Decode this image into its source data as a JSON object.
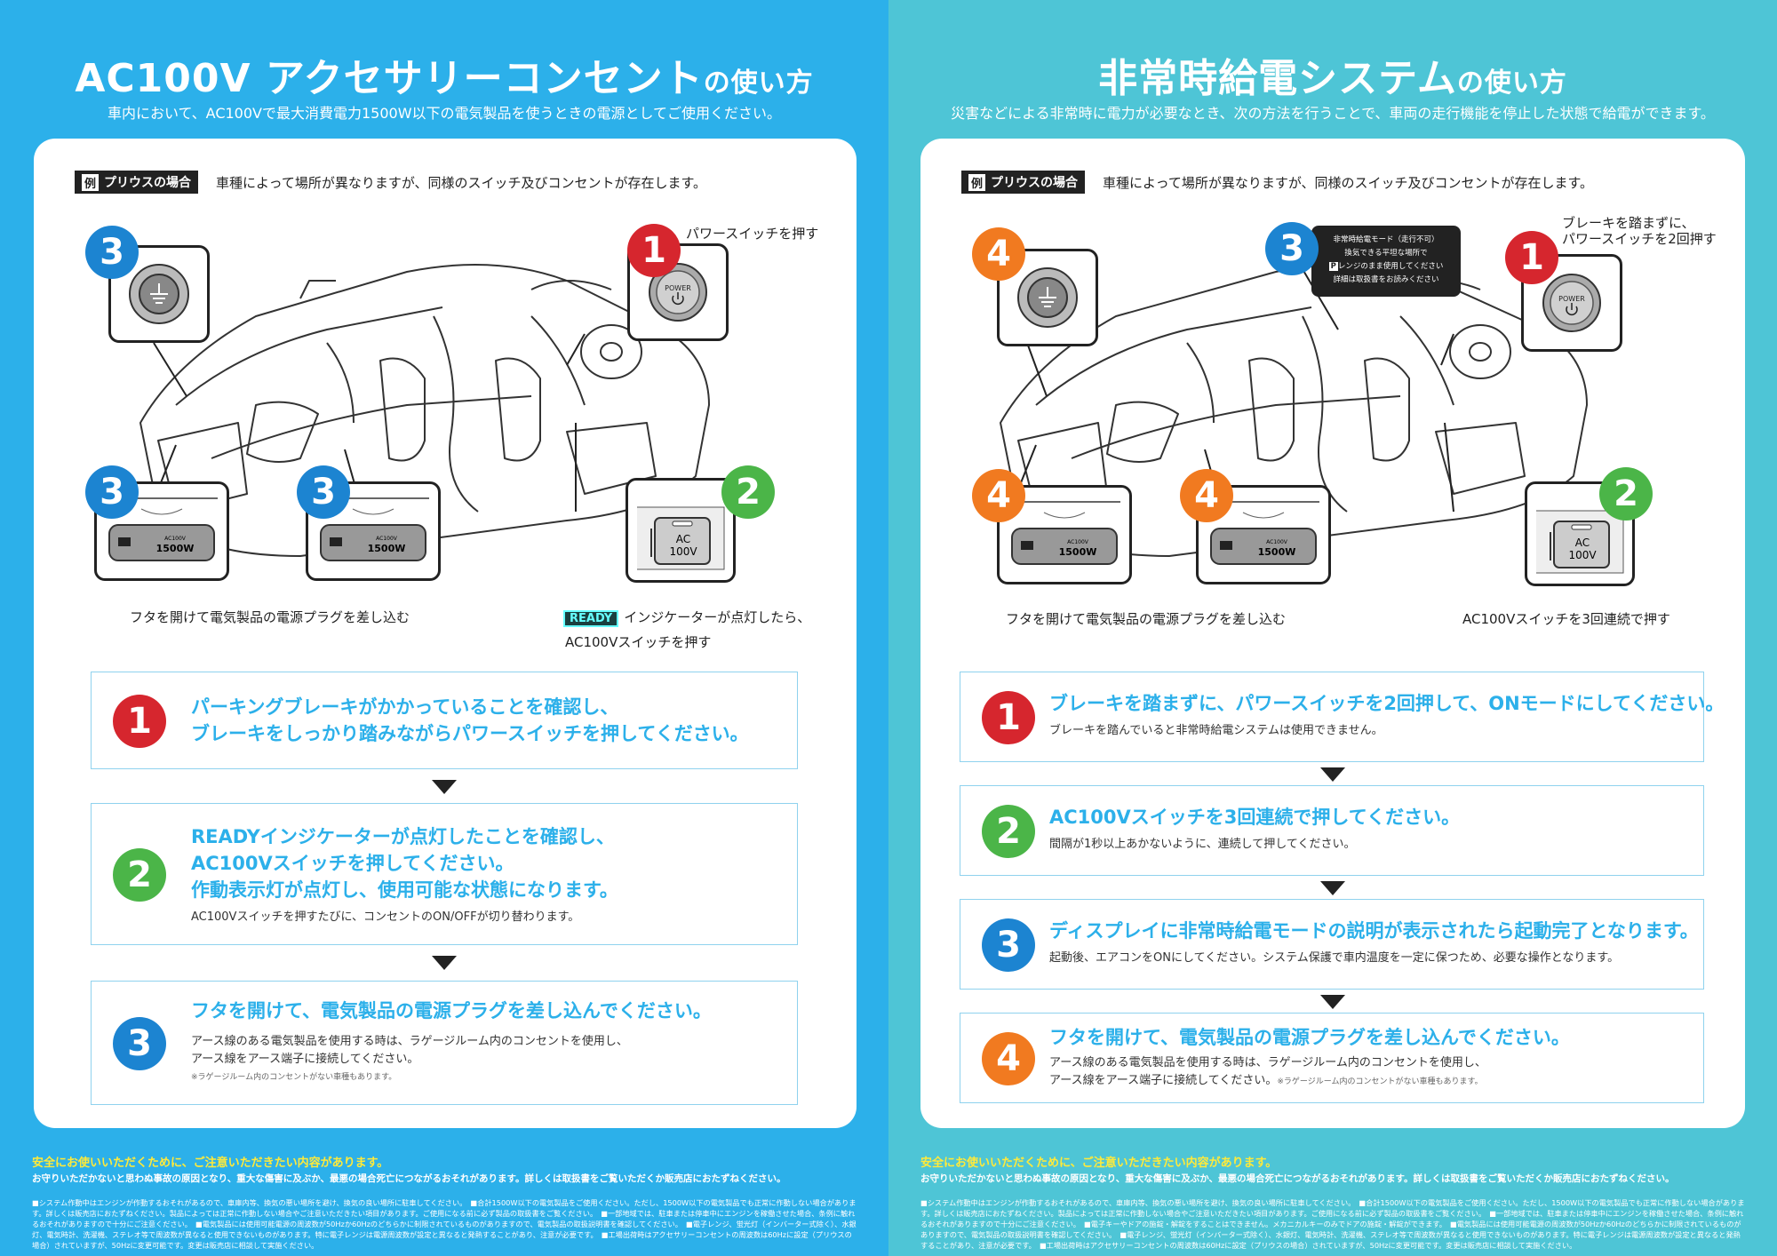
{
  "left": {
    "title_main": "AC100V アクセサリーコンセント",
    "title_suffix": "の使い方",
    "subtitle": "車内において、AC100Vで最大消費電力1500W以下の電気製品を使うときの電源としてご使用ください。",
    "example_tag_rei": "例",
    "example_tag": "プリウスの場合",
    "example_text": "車種によって場所が異なりますが、同様のスイッチ及びコンセントが存在します。",
    "callouts": {
      "num_power": "1",
      "num_switch": "2",
      "num_ground": "3",
      "num_outlet_a": "3",
      "num_outlet_b": "3",
      "power_btn_text": "POWER",
      "ac_switch_text_1": "AC",
      "ac_switch_text_2": "100V",
      "outlet_small": "AC100V",
      "outlet_big": "1500W"
    },
    "labels": {
      "power": "パワースイッチを押す",
      "outlet": "フタを開けて電気製品の電源プラグを差し込む",
      "ready_badge": "READY",
      "ready_1": "インジケーターが点灯したら、",
      "ready_2": "AC100Vスイッチを押す"
    },
    "steps": [
      {
        "num": "1",
        "head1": "パーキングブレーキがかかっていることを確認し、",
        "head2": "ブレーキをしっかり踏みながらパワースイッチを押してください。"
      },
      {
        "num": "2",
        "head1": "READYインジケーターが点灯したことを確認し、",
        "head2": "AC100Vスイッチを押してください。",
        "head3": "作動表示灯が点灯し、使用可能な状態になります。",
        "desc": "AC100Vスイッチを押すたびに、コンセントのON/OFFが切り替わります。"
      },
      {
        "num": "3",
        "head1": "フタを開けて、電気製品の電源プラグを差し込んでください。",
        "desc1": "アース線のある電気製品を使用する時は、ラゲージルーム内のコンセントを使用し、",
        "desc2": "アース線をアース端子に接続してください。",
        "note": "※ラゲージルーム内のコンセントがない車種もあります。"
      }
    ],
    "footer": {
      "warn": "安全にお使いいただくために、ご注意いただきたい内容があります。",
      "line": "お守りいただかないと思わぬ事故の原因となり、重大な傷害に及ぶか、最悪の場合死亡につながるおそれがあります。詳しくは取扱書をご覧いただくか販売店におたずねください。",
      "body": "■システム作動中はエンジンが作動するおそれがあるので、車庫内等、換気の悪い場所を避け、換気の良い場所に駐車してください。　■合計1500W以下の電気製品をご使用ください。ただし、1500W以下の電気製品でも正常に作動しない場合があります。詳しくは販売店におたずねください。製品によっては正常に作動しない場合やご注意いただきたい項目があります。ご使用になる前に必ず製品の取扱書をご覧ください。　■一部地域では、駐車または停車中にエンジンを稼働させた場合、条例に触れるおそれがありますので十分にご注意ください。　■電気製品には使用可能電源の周波数が50Hzか60Hzのどちらかに制限されているものがありますので、電気製品の取扱説明書を確認してください。　■電子レンジ、蛍光灯（インバーター式除く）、水銀灯、電気時計、洗濯機、ステレオ等で周波数が異なると使用できないものがあります。特に電子レンジは電源周波数が設定と異なると発熱することがあり、注意が必要です。　■工場出荷時はアクセサリーコンセントの周波数は60Hzに設定（プリウスの場合）されていますが、50Hzに変更可能です。変更は販売店に相談して実施ください。"
    }
  },
  "right": {
    "title_main": "非常時給電システム",
    "title_suffix": "の使い方",
    "subtitle": "災害などによる非常時に電力が必要なとき、次の方法を行うことで、車両の走行機能を停止した状態で給電ができます。",
    "example_tag_rei": "例",
    "example_tag": "プリウスの場合",
    "example_text": "車種によって場所が異なりますが、同様のスイッチ及びコンセントが存在します。",
    "callouts": {
      "num_power": "1",
      "num_switch": "2",
      "num_display": "3",
      "num_ground": "4",
      "num_outlet_a": "4",
      "num_outlet_b": "4",
      "power_btn_text": "POWER",
      "ac_switch_text_1": "AC",
      "ac_switch_text_2": "100V",
      "outlet_small": "AC100V",
      "outlet_big": "1500W",
      "display_1": "非常時給電モード（走行不可）",
      "display_2": "換気できる平坦な場所で",
      "display_p": "P",
      "display_3": "レンジのまま使用してください",
      "display_4": "詳細は取扱書をお読みください"
    },
    "labels": {
      "power_1": "ブレーキを踏まずに、",
      "power_2": "パワースイッチを2回押す",
      "outlet": "フタを開けて電気製品の電源プラグを差し込む",
      "switch": "AC100Vスイッチを3回連続で押す"
    },
    "steps": [
      {
        "num": "1",
        "head": "ブレーキを踏まずに、パワースイッチを2回押して、ONモードにしてください。",
        "desc": "ブレーキを踏んでいると非常時給電システムは使用できません。"
      },
      {
        "num": "2",
        "head": "AC100Vスイッチを3回連続で押してください。",
        "desc": "間隔が1秒以上あかないように、連続して押してください。"
      },
      {
        "num": "3",
        "head": "ディスプレイに非常時給電モードの説明が表示されたら起動完了となります。",
        "desc": "起動後、エアコンをONにしてください。システム保護で車内温度を一定に保つため、必要な操作となります。"
      },
      {
        "num": "4",
        "head": "フタを開けて、電気製品の電源プラグを差し込んでください。",
        "desc1": "アース線のある電気製品を使用する時は、ラゲージルーム内のコンセントを使用し、",
        "desc2": "アース線をアース端子に接続してください。",
        "note": "※ラゲージルーム内のコンセントがない車種もあります。"
      }
    ],
    "footer": {
      "warn": "安全にお使いいただくために、ご注意いただきたい内容があります。",
      "line": "お守りいただかないと思わぬ事故の原因となり、重大な傷害に及ぶか、最悪の場合死亡につながるおそれがあります。詳しくは取扱書をご覧いただくか販売店におたずねください。",
      "body": "■システム作動中はエンジンが作動するおそれがあるので、車庫内等、換気の悪い場所を避け、換気の良い場所に駐車してください。　■合計1500W以下の電気製品をご使用ください。ただし、1500W以下の電気製品でも正常に作動しない場合があります。詳しくは販売店におたずねください。製品によっては正常に作動しない場合やご注意いただきたい項目があります。ご使用になる前に必ず製品の取扱書をご覧ください。　■一部地域では、駐車または停車中にエンジンを稼働させた場合、条例に触れるおそれがありますので十分にご注意ください。　■電子キーやドアの施錠・解錠をすることはできません。メカニカルキーのみでドアの施錠・解錠ができます。　■電気製品には使用可能電源の周波数が50Hzか60Hzのどちらかに制限されているものがありますので、電気製品の取扱説明書を確認してください。　■電子レンジ、蛍光灯（インバーター式除く）、水銀灯、電気時計、洗濯機、ステレオ等で周波数が異なると使用できないものがあります。特に電子レンジは電源周波数が設定と異なると発熱することがあり、注意が必要です。　■工場出荷時はアクセサリーコンセントの周波数は60Hzに設定（プリウスの場合）されていますが、50Hzに変更可能です。変更は販売店に相談して実施ください。"
    }
  },
  "colors": {
    "left_bg": "#2cb0ea",
    "right_bg": "#4ec5d6",
    "step1": "#d6262e",
    "step2": "#4bb548",
    "step3": "#1c84d1",
    "step4": "#f17a20",
    "heading": "#2cb0ea",
    "warning": "#ffea3a"
  }
}
